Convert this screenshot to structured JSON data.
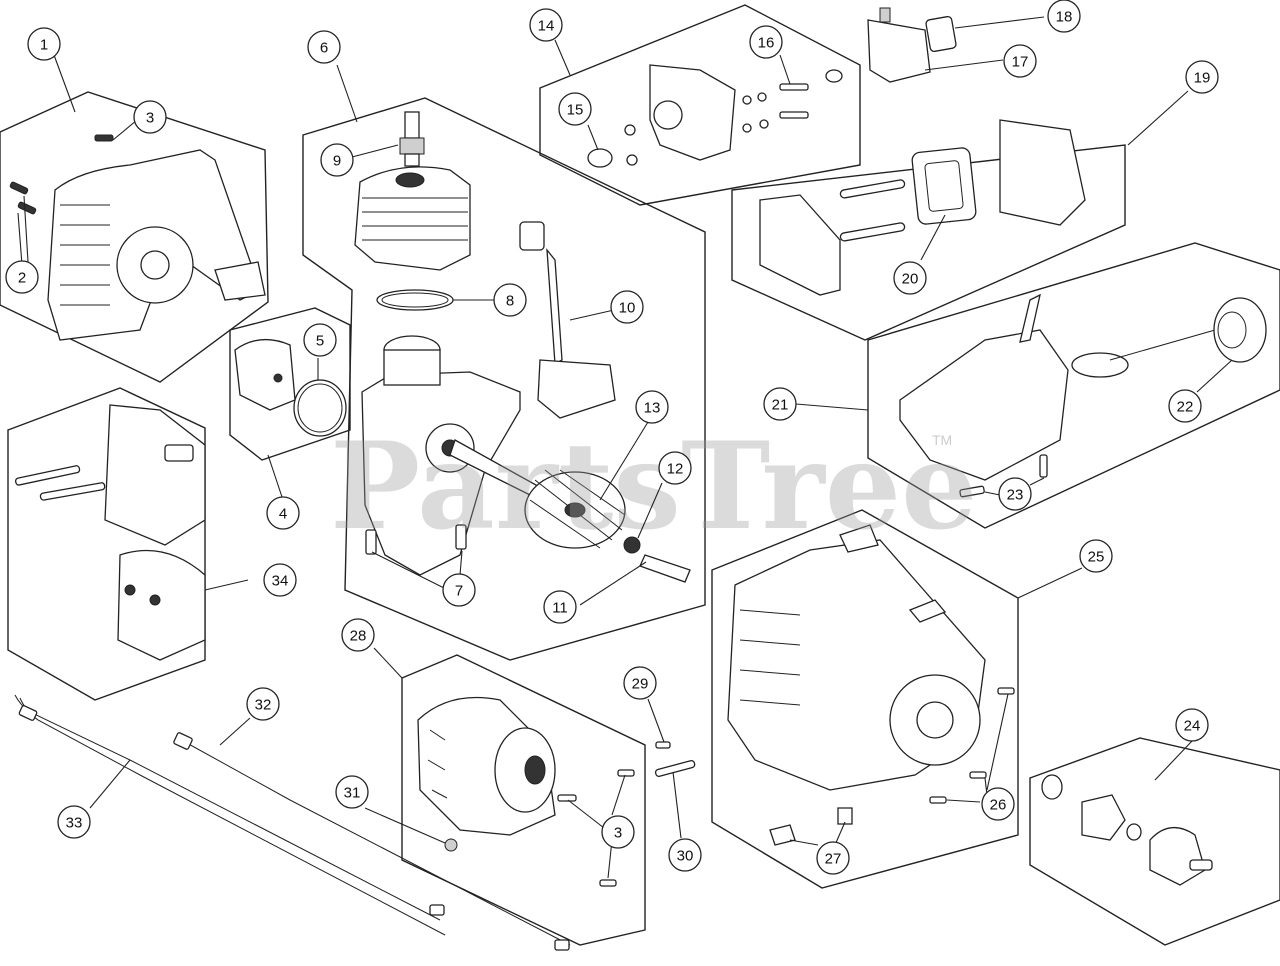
{
  "watermark": {
    "text": "PartsTree",
    "trademark": "TM"
  },
  "callouts": [
    {
      "id": "c1",
      "label": "1"
    },
    {
      "id": "c2",
      "label": "2"
    },
    {
      "id": "c3a",
      "label": "3"
    },
    {
      "id": "c3b",
      "label": "3"
    },
    {
      "id": "c4",
      "label": "4"
    },
    {
      "id": "c5",
      "label": "5"
    },
    {
      "id": "c6",
      "label": "6"
    },
    {
      "id": "c7",
      "label": "7"
    },
    {
      "id": "c8",
      "label": "8"
    },
    {
      "id": "c9",
      "label": "9"
    },
    {
      "id": "c10",
      "label": "10"
    },
    {
      "id": "c11",
      "label": "11"
    },
    {
      "id": "c12",
      "label": "12"
    },
    {
      "id": "c13",
      "label": "13"
    },
    {
      "id": "c14",
      "label": "14"
    },
    {
      "id": "c15",
      "label": "15"
    },
    {
      "id": "c16",
      "label": "16"
    },
    {
      "id": "c17",
      "label": "17"
    },
    {
      "id": "c18",
      "label": "18"
    },
    {
      "id": "c19",
      "label": "19"
    },
    {
      "id": "c20",
      "label": "20"
    },
    {
      "id": "c21",
      "label": "21"
    },
    {
      "id": "c22",
      "label": "22"
    },
    {
      "id": "c23",
      "label": "23"
    },
    {
      "id": "c24",
      "label": "24"
    },
    {
      "id": "c25",
      "label": "25"
    },
    {
      "id": "c26",
      "label": "26"
    },
    {
      "id": "c27",
      "label": "27"
    },
    {
      "id": "c28",
      "label": "28"
    },
    {
      "id": "c29",
      "label": "29"
    },
    {
      "id": "c30",
      "label": "30"
    },
    {
      "id": "c31",
      "label": "31"
    },
    {
      "id": "c32",
      "label": "32"
    },
    {
      "id": "c33",
      "label": "33"
    },
    {
      "id": "c34",
      "label": "34"
    }
  ]
}
